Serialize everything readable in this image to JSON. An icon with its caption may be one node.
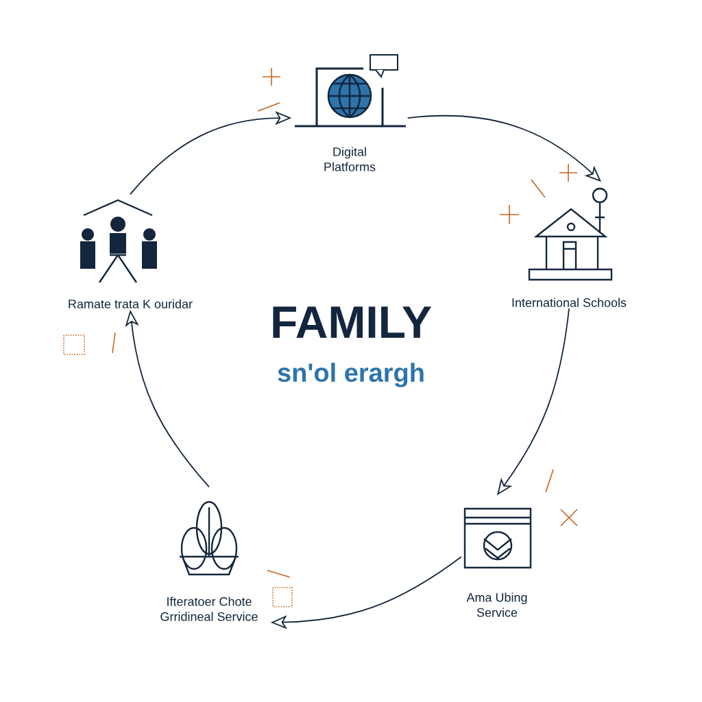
{
  "diagram": {
    "title": "FAMILY",
    "caption": "sn'ol erargh",
    "nodes": [
      {
        "text": [
          "Digital Platforms"
        ]
      },
      {
        "text": [
          "International Schools"
        ]
      },
      {
        "text": [
          "Ama Ubing Service"
        ]
      },
      {
        "text": [
          "Ifteratoer Chote Grridineal Service"
        ]
      },
      {
        "text": [
          "Ramate trata K ouridar"
        ]
      }
    ],
    "edges": [
      {
        "from": 0,
        "to": 1,
        "arrow": "to"
      },
      {
        "from": 1,
        "to": 2,
        "arrow": "to"
      },
      {
        "from": 2,
        "to": 3,
        "arrow": "to"
      },
      {
        "from": 3,
        "to": 4,
        "arrow": "to"
      },
      {
        "from": 4,
        "to": 0,
        "arrow": "to"
      }
    ]
  }
}
